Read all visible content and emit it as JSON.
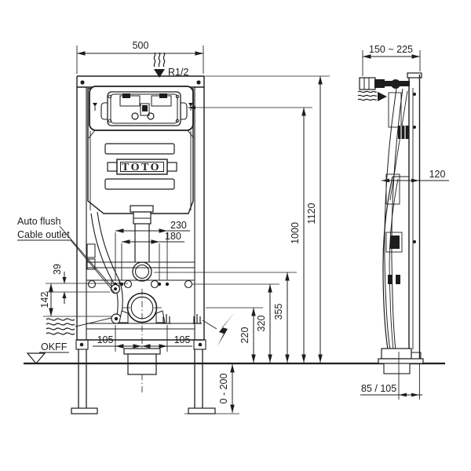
{
  "front": {
    "brand": "TOTO",
    "labels": {
      "auto_flush": "Auto flush",
      "cable_outlet": "Cable outlet",
      "floor_level": "OKFF"
    },
    "dims": {
      "overall_width": "500",
      "supply_thread": "R1/2",
      "fixing_span_outer": "230",
      "fixing_span_inner": "180",
      "offset_left": "105",
      "offset_right": "105",
      "offset_39": "39",
      "offset_142": "142",
      "height_220": "220",
      "height_320": "320",
      "height_355": "355",
      "height_1000": "1000",
      "height_1120": "1120",
      "leg_adjustment": "0 - 200"
    }
  },
  "side": {
    "dims": {
      "install_depth_range": "150 ~ 225",
      "frame_depth": "120",
      "outlet_wall_distance": "85 / 105"
    }
  },
  "icons": {
    "water_supply": "wavy-lines-down-arrow",
    "water_inlet": "wavy-lines-right-arrow",
    "drain": "wavy-lines",
    "power": "lightning-bolt",
    "floor_datum": "open-triangle"
  },
  "colors": {
    "line": "#1d1d1d",
    "background": "#ffffff"
  }
}
